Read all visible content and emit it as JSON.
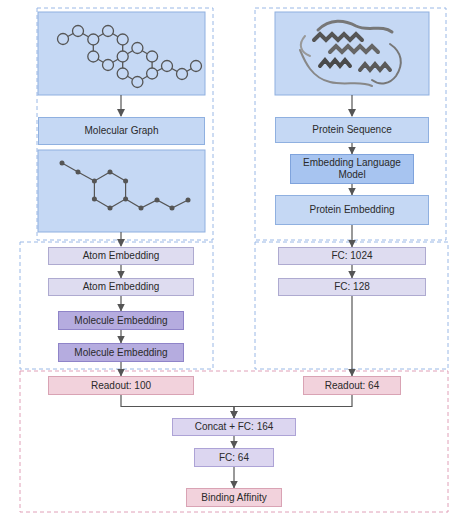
{
  "diagram": {
    "nodes": [
      {
        "text": [
          "Molecular Graph"
        ]
      },
      {
        "text": [
          "Protein Sequence"
        ]
      },
      {
        "text": [
          "Embedding Language Model"
        ]
      },
      {
        "text": [
          "Protein Embedding"
        ]
      },
      {
        "text": [
          "Atom Embedding"
        ]
      },
      {
        "text": [
          "FC: 1024"
        ]
      },
      {
        "text": [
          "Atom Embedding"
        ]
      },
      {
        "text": [
          "FC: 128"
        ]
      },
      {
        "text": [
          "Molecule Embedding"
        ]
      },
      {
        "text": [
          "Molecule Embedding"
        ]
      },
      {
        "text": [
          "Readout: 100"
        ]
      },
      {
        "text": [
          "Readout: 64"
        ]
      },
      {
        "text": [
          "Concat + FC: 164"
        ]
      },
      {
        "text": [
          "FC: 64"
        ]
      },
      {
        "text": [
          "Binding Affinity"
        ]
      }
    ],
    "edges": [
      {
        "from": 1,
        "to": 2,
        "arrow": "to"
      },
      {
        "from": 2,
        "to": 3,
        "arrow": "to"
      },
      {
        "from": 3,
        "to": 5,
        "arrow": "to"
      },
      {
        "from": 5,
        "to": 7,
        "arrow": "to"
      },
      {
        "from": 7,
        "to": 11,
        "arrow": "to"
      },
      {
        "from": 4,
        "to": 6,
        "arrow": "to"
      },
      {
        "from": 6,
        "to": 8,
        "arrow": "to"
      },
      {
        "from": 8,
        "to": 9,
        "arrow": "to"
      },
      {
        "from": 9,
        "to": 10,
        "arrow": "to"
      },
      {
        "from": 10,
        "to": 12,
        "arrow": "to"
      },
      {
        "from": 11,
        "to": 12,
        "arrow": "to"
      },
      {
        "from": 12,
        "to": 13,
        "arrow": "to"
      },
      {
        "from": 13,
        "to": 14,
        "arrow": "to"
      }
    ]
  }
}
